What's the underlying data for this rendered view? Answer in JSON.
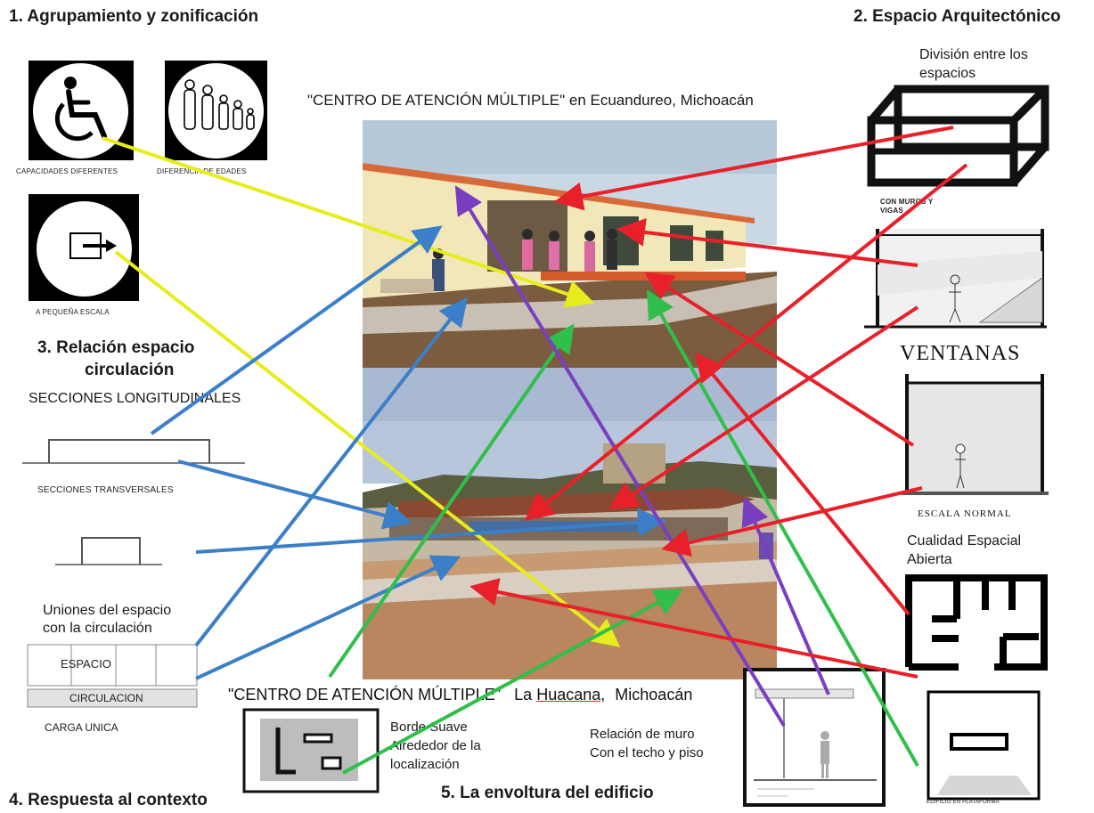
{
  "sections": {
    "s1": "1. Agrupamiento y zonificación",
    "s2": "2. Espacio Arquitectónico",
    "s3_line1": "3. Relación espacio",
    "s3_line2": "circulación",
    "s4": "4. Respuesta al contexto",
    "s5": "5. La envoltura del edificio"
  },
  "captions": {
    "top_photo": "\"CENTRO DE ATENCIÓN MÚLTIPLE\" en Ecuandureo, Michoacán",
    "bottom_photo_a": "\"CENTRO DE ATENCIÓN MÚLTIPLE\"",
    "bottom_photo_b": "La",
    "bottom_photo_c": "Huacana,",
    "bottom_photo_d": "Michoacán"
  },
  "left": {
    "icon1_caption": "CAPACIDADES DIFERENTES",
    "icon2_caption": "DIFERENCIA DE EDADES",
    "icon3_caption": "A PEQUEÑA ESCALA",
    "secciones_longitudinales": "SECCIONES LONGITUDINALES",
    "secciones_transversales": "SECCIONES TRANSVERSALES",
    "uniones_line1": "Uniones del espacio",
    "uniones_line2": "con la circulación",
    "espacio": "ESPACIO",
    "circulacion": "CIRCULACION",
    "carga_unica": "CARGA UNICA"
  },
  "right": {
    "division_line1": "División entre los",
    "division_line2": "espacios",
    "muros_vigas_line1": "CON MUROS Y",
    "muros_vigas_line2": "VIGAS",
    "ventanas": "VENTANAS",
    "escala_normal": "ESCALA NORMAL",
    "cualidad_line1": "Cualidad Espacial",
    "cualidad_line2": "Abierta",
    "edificio_plataforma": "EDIFICIO EN PLATAFORMA"
  },
  "bottom": {
    "borde_line1": "Borde Suave",
    "borde_line2": "Alrededor de la",
    "borde_line3": "localización",
    "relacion_line1": "Relación de muro",
    "relacion_line2": "Con el techo y piso"
  },
  "colors": {
    "red": "#e8202a",
    "yellow": "#e6ec1e",
    "blue": "#3a7fc8",
    "green": "#2fbf4a",
    "purple": "#7a3fc0"
  }
}
